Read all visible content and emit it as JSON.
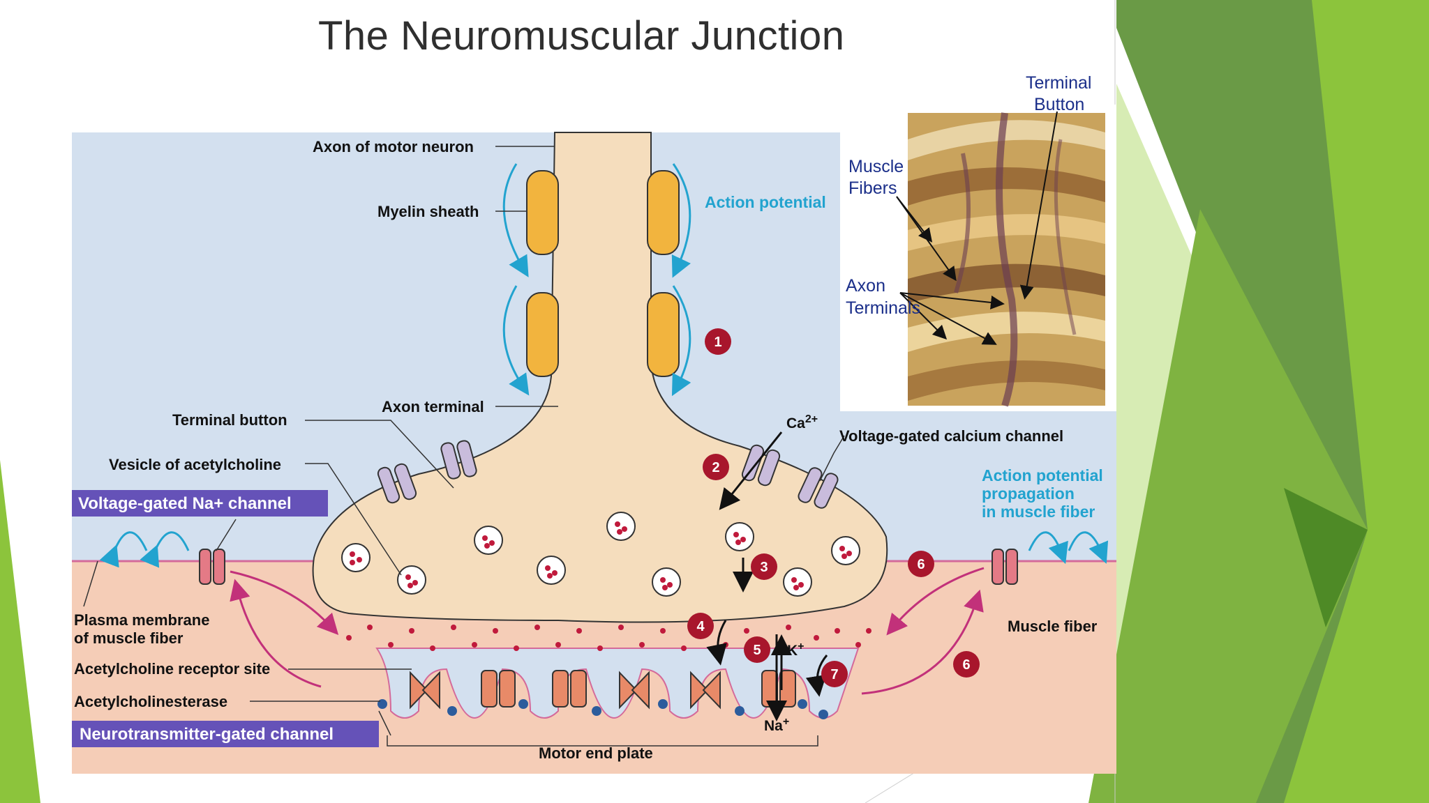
{
  "title": "The Neuromuscular Junction",
  "labels": {
    "axon_of_motor_neuron": "Axon of motor neuron",
    "myelin_sheath": "Myelin sheath",
    "action_potential": "Action potential",
    "axon_terminal": "Axon terminal",
    "terminal_button": "Terminal button",
    "vesicle_of_acetylcholine": "Vesicle of acetylcholine",
    "voltage_gated_na_channel": "Voltage-gated Na+ channel",
    "voltage_gated_calcium_channel": "Voltage-gated calcium channel",
    "ca_ion_base": "Ca",
    "ca_ion_charge": "2+",
    "action_potential_propagation": [
      "Action potential",
      "propagation",
      "in muscle fiber"
    ],
    "plasma_membrane": [
      "Plasma membrane",
      "of muscle fiber"
    ],
    "acetylcholine_receptor_site": "Acetylcholine receptor site",
    "acetylcholinesterase": "Acetylcholinesterase",
    "neurotransmitter_gated_channel": "Neurotransmitter-gated channel",
    "motor_end_plate": "Motor end plate",
    "muscle_fiber": "Muscle fiber",
    "k_ion_base": "K",
    "k_ion_charge": "+",
    "na_ion_base": "Na",
    "na_ion_charge": "+"
  },
  "photo_labels": {
    "terminal_button": [
      "Terminal",
      "Button"
    ],
    "muscle_fibers": [
      "Muscle",
      "Fibers"
    ],
    "axon_terminals": [
      "Axon",
      "Terminals"
    ]
  },
  "steps": [
    "1",
    "2",
    "3",
    "4",
    "5",
    "6",
    "6",
    "7"
  ],
  "colors": {
    "diagram_bg": "#d3e0ef",
    "muscle": "#f5cdb7",
    "neuron": "#f5ddbd",
    "myelin": "#f2b43e",
    "step_badge": "#a8162c",
    "label_box": "#6552b8",
    "cyan_text": "#22a3cf",
    "photo_text": "#1b2f8a",
    "green_dark": "#6a9a46",
    "green_light": "#8cc43c"
  }
}
